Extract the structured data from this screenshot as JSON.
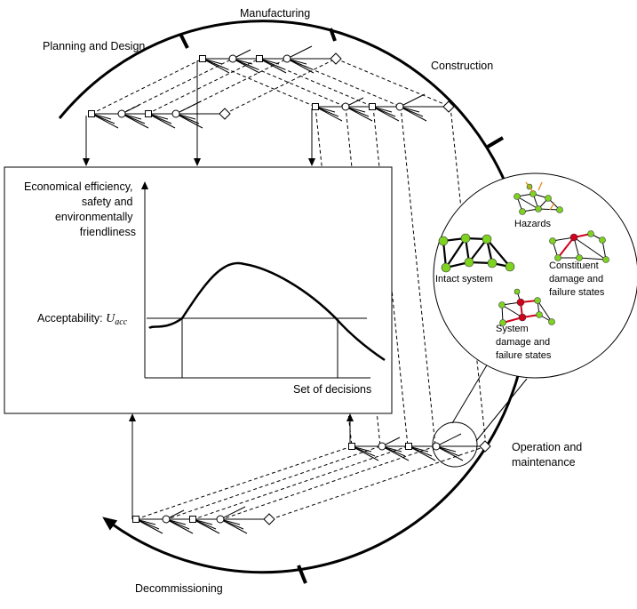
{
  "phases": {
    "manufacturing": "Manufacturing",
    "planning": "Planning and Design",
    "construction": "Construction",
    "operation_line1": "Operation and",
    "operation_line2": "maintenance",
    "decommissioning": "Decommissioning"
  },
  "chart": {
    "ylabel_lines": [
      "Economical efficiency,",
      "safety and",
      "environmentally",
      "friendliness"
    ],
    "acceptability_label": "Acceptability: ",
    "acceptability_symbol": "U",
    "acceptability_subscript": "acc",
    "xlabel": "Set of decisions"
  },
  "inset": {
    "hazards": "Hazards",
    "intact": "Intact system",
    "constituent_lines": [
      "Constituent",
      "damage and",
      "failure states"
    ],
    "system_lines": [
      "System",
      "damage and",
      "failure states"
    ]
  },
  "colors": {
    "node": "#7ed321",
    "failed_edge": "#d0021b",
    "failed_node": "#d0021b",
    "hazard_arrow": "#e09020"
  }
}
